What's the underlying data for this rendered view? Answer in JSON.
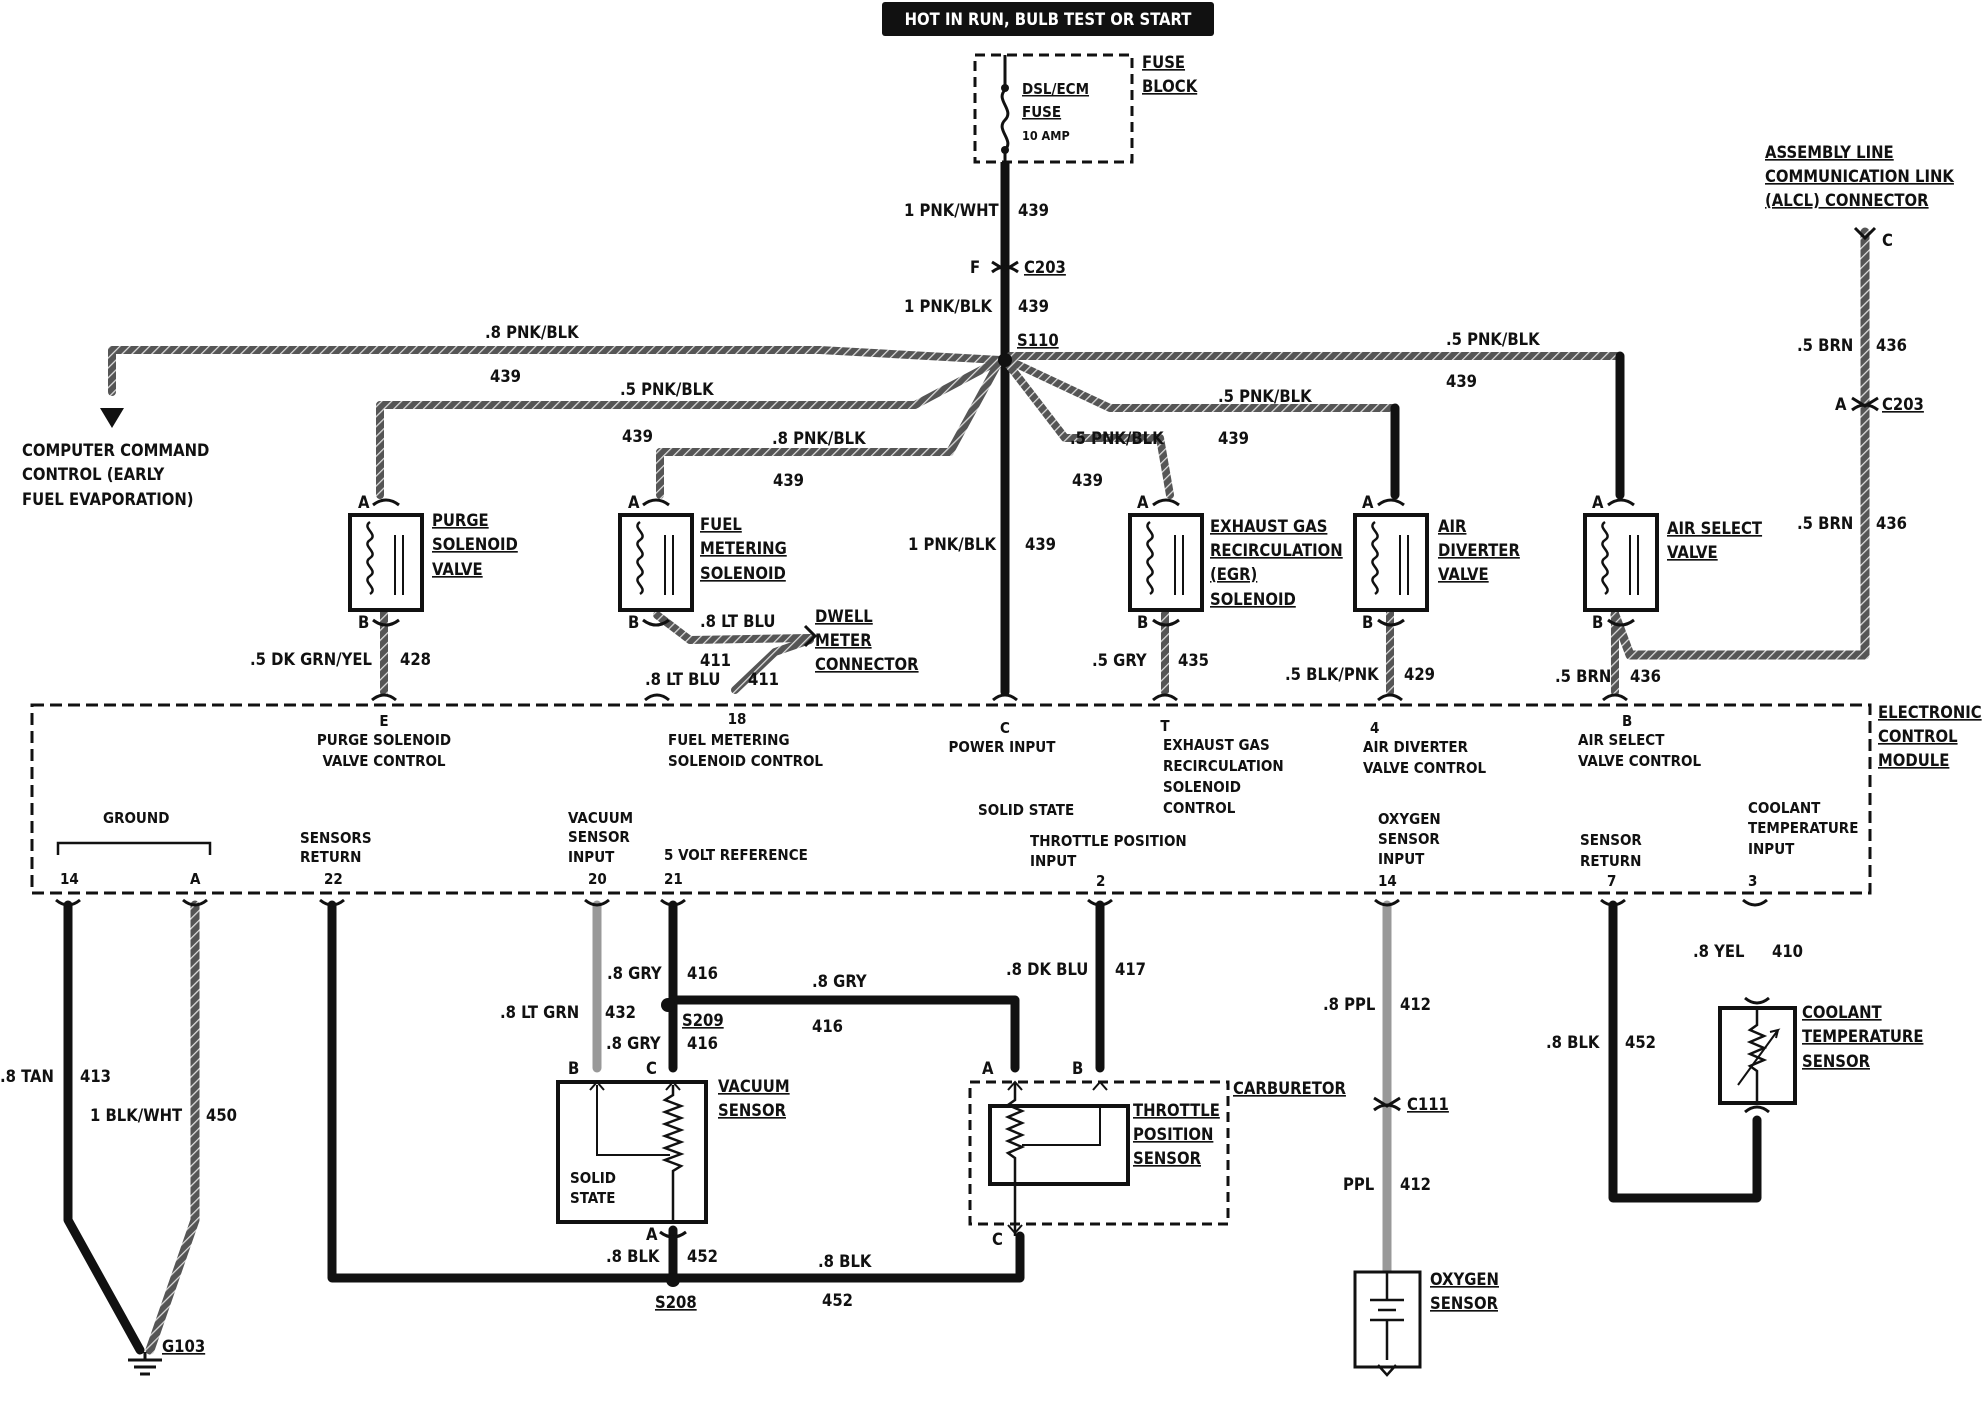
{
  "header": {
    "power_banner": "HOT IN RUN,   BULB TEST OR START"
  },
  "fuse_block": {
    "title": [
      "FUSE",
      "BLOCK"
    ],
    "fuse_name": [
      "DSL/ECM",
      "FUSE"
    ],
    "fuse_rating": "10 AMP"
  },
  "alcl": {
    "title": [
      "ASSEMBLY LINE",
      "COMMUNICATION LINK",
      "(ALCL) CONNECTOR"
    ],
    "pin": "C"
  },
  "connectors": {
    "c203_top_pin": "F",
    "c203_top": "C203",
    "c203_right_pin": "A",
    "c203_right": "C203",
    "c111": "C111"
  },
  "splices": {
    "s110": "S110",
    "s209": "S209",
    "s208": "S208"
  },
  "ground": {
    "g103": "G103"
  },
  "wires": [
    {
      "id": "w-fuse-c203",
      "gauge_color": "1 PNK/WHT",
      "circuit": "439"
    },
    {
      "id": "w-c203-s110",
      "gauge_color": "1 PNK/BLK",
      "circuit": "439"
    },
    {
      "id": "w-ccc",
      "gauge_color": ".8 PNK/BLK",
      "circuit": "439"
    },
    {
      "id": "w-purge",
      "gauge_color": ".5 PNK/BLK",
      "circuit": "439"
    },
    {
      "id": "w-fms",
      "gauge_color": ".8 PNK/BLK",
      "circuit": "439"
    },
    {
      "id": "w-power",
      "gauge_color": "1 PNK/BLK",
      "circuit": "439"
    },
    {
      "id": "w-egr",
      "gauge_color": ".5 PNK/BLK",
      "circuit": "439"
    },
    {
      "id": "w-air-div",
      "gauge_color": ".5 PNK/BLK",
      "circuit": "439"
    },
    {
      "id": "w-air-sel",
      "gauge_color": ".5 PNK/BLK",
      "circuit": "439"
    },
    {
      "id": "w-alcl-top",
      "gauge_color": ".5 BRN",
      "circuit": "436"
    },
    {
      "id": "w-alcl-bot",
      "gauge_color": ".5 BRN",
      "circuit": "436"
    },
    {
      "id": "w-purge-ctl",
      "gauge_color": ".5 DK GRN/YEL",
      "circuit": "428"
    },
    {
      "id": "w-dwell",
      "gauge_color": ".8 LT BLU",
      "circuit": "411"
    },
    {
      "id": "w-fms-ctl",
      "gauge_color": ".8 LT BLU",
      "circuit": "411"
    },
    {
      "id": "w-egr-ctl",
      "gauge_color": ".5 GRY",
      "circuit": "435"
    },
    {
      "id": "w-airdiv-ctl",
      "gauge_color": ".5 BLK/PNK",
      "circuit": "429"
    },
    {
      "id": "w-airsel-ctl",
      "gauge_color": ".5 BRN",
      "circuit": "436"
    },
    {
      "id": "w-ground14",
      "gauge_color": ".8 TAN",
      "circuit": "413"
    },
    {
      "id": "w-groundA",
      "gauge_color": "1 BLK/WHT",
      "circuit": "450"
    },
    {
      "id": "w-vac-input",
      "gauge_color": ".8 LT GRN",
      "circuit": "432"
    },
    {
      "id": "w-5v-ref",
      "gauge_color": ".8 GRY",
      "circuit": "416"
    },
    {
      "id": "w-5v-tps",
      "gauge_color": ".8 GRY",
      "circuit": "416"
    },
    {
      "id": "w-5v-vac",
      "gauge_color": ".8 GRY",
      "circuit": "416"
    },
    {
      "id": "w-tps",
      "gauge_color": ".8 DK BLU",
      "circuit": "417"
    },
    {
      "id": "w-o2-top",
      "gauge_color": ".8 PPL",
      "circuit": "412"
    },
    {
      "id": "w-o2-bot",
      "gauge_color": "PPL",
      "circuit": "412"
    },
    {
      "id": "w-sensor-ret",
      "gauge_color": ".8 BLK",
      "circuit": "452"
    },
    {
      "id": "w-s208-vac",
      "gauge_color": ".8 BLK",
      "circuit": "452"
    },
    {
      "id": "w-s208-tps",
      "gauge_color": ".8 BLK",
      "circuit": "452"
    },
    {
      "id": "w-coolant",
      "gauge_color": ".8 YEL",
      "circuit": "410"
    }
  ],
  "components": {
    "ccc": [
      "COMPUTER COMMAND",
      "CONTROL (EARLY",
      "FUEL EVAPORATION)"
    ],
    "purge": {
      "name": [
        "PURGE",
        "SOLENOID",
        "VALVE"
      ],
      "pin_top": "A",
      "pin_bot": "B"
    },
    "fms": {
      "name": [
        "FUEL",
        "METERING",
        "SOLENOID"
      ],
      "pin_top": "A",
      "pin_bot": "B"
    },
    "dwell": [
      "DWELL",
      "METER",
      "CONNECTOR"
    ],
    "egr": {
      "name": [
        "EXHAUST GAS",
        "RECIRCULATION",
        "(EGR)",
        "SOLENOID"
      ],
      "pin_top": "A",
      "pin_bot": "B"
    },
    "air_div": {
      "name": [
        "AIR",
        "DIVERTER",
        "VALVE"
      ],
      "pin_top": "A",
      "pin_bot": "B"
    },
    "air_sel": {
      "name": [
        "AIR SELECT",
        "VALVE"
      ],
      "pin_top": "A",
      "pin_bot": "B"
    },
    "vacuum": {
      "name": [
        "VACUUM",
        "SENSOR"
      ],
      "inner": [
        "SOLID",
        "STATE"
      ],
      "pin_b": "B",
      "pin_c": "C",
      "pin_a": "A"
    },
    "tps": {
      "name": [
        "THROTTLE",
        "POSITION",
        "SENSOR"
      ],
      "carb": "CARBURETOR",
      "pin_a": "A",
      "pin_b": "B",
      "pin_c": "C"
    },
    "o2": [
      "OXYGEN",
      "SENSOR"
    ],
    "coolant": [
      "COOLANT",
      "TEMPERATURE",
      "SENSOR"
    ]
  },
  "ecm": {
    "title": [
      "ELECTRONIC",
      "CONTROL",
      "MODULE"
    ],
    "top_terminals": [
      {
        "pin": "E",
        "label": [
          "PURGE SOLENOID",
          "VALVE CONTROL"
        ]
      },
      {
        "pin": "18",
        "label": [
          "FUEL METERING",
          "SOLENOID CONTROL"
        ]
      },
      {
        "pin": "C",
        "label": [
          "POWER INPUT"
        ]
      },
      {
        "pin": "T",
        "label": [
          "EXHAUST GAS",
          "RECIRCULATION",
          "SOLENOID",
          "CONTROL"
        ]
      },
      {
        "pin": "4",
        "label": [
          "AIR DIVERTER",
          "VALVE CONTROL"
        ]
      },
      {
        "pin": "B",
        "label": [
          "AIR SELECT",
          "VALVE CONTROL"
        ]
      }
    ],
    "solid_state": "SOLID STATE",
    "ground_label": "GROUND",
    "bottom_terminals": [
      {
        "pin": "14",
        "label": []
      },
      {
        "pin": "A",
        "label": []
      },
      {
        "pin": "22",
        "label": [
          "SENSORS",
          "RETURN"
        ]
      },
      {
        "pin": "20",
        "label": [
          "VACUUM",
          "SENSOR",
          "INPUT"
        ]
      },
      {
        "pin": "21",
        "label": [
          "5 VOLT REFERENCE"
        ]
      },
      {
        "pin": "2",
        "label": [
          "THROTTLE POSITION",
          "INPUT"
        ]
      },
      {
        "pin": "14",
        "label": [
          "OXYGEN",
          "SENSOR",
          "INPUT"
        ]
      },
      {
        "pin": "7",
        "label": [
          "SENSOR",
          "RETURN"
        ]
      },
      {
        "pin": "3",
        "label": [
          "COOLANT",
          "TEMPERATURE",
          "INPUT"
        ]
      }
    ]
  }
}
